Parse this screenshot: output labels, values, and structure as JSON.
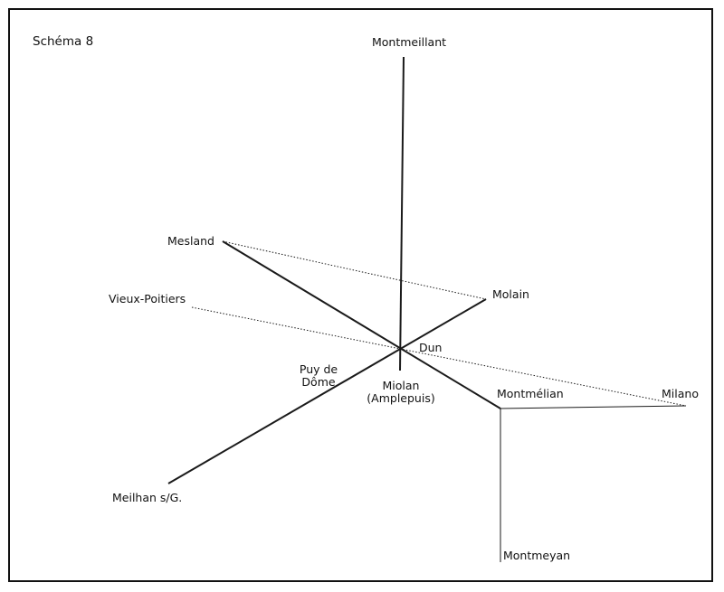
{
  "title": "Schéma 8",
  "colors": {
    "line": "#1a1a1a",
    "frame": "#111111",
    "background": "#ffffff"
  },
  "places": {
    "montmeillant": "Montmeillant",
    "mesland": "Mesland",
    "molain": "Molain",
    "vieux_poitiers": "Vieux-Poitiers",
    "dun": "Dun",
    "puy_de_dome_line1": "Puy de",
    "puy_de_dome_line2": "Dôme",
    "miolan_line1": "Miolan",
    "miolan_line2": "(Amplepuis)",
    "montmelian": "Montmélian",
    "milano": "Milano",
    "meilhan": "Meilhan s/G.",
    "montmeyan": "Montmeyan"
  }
}
